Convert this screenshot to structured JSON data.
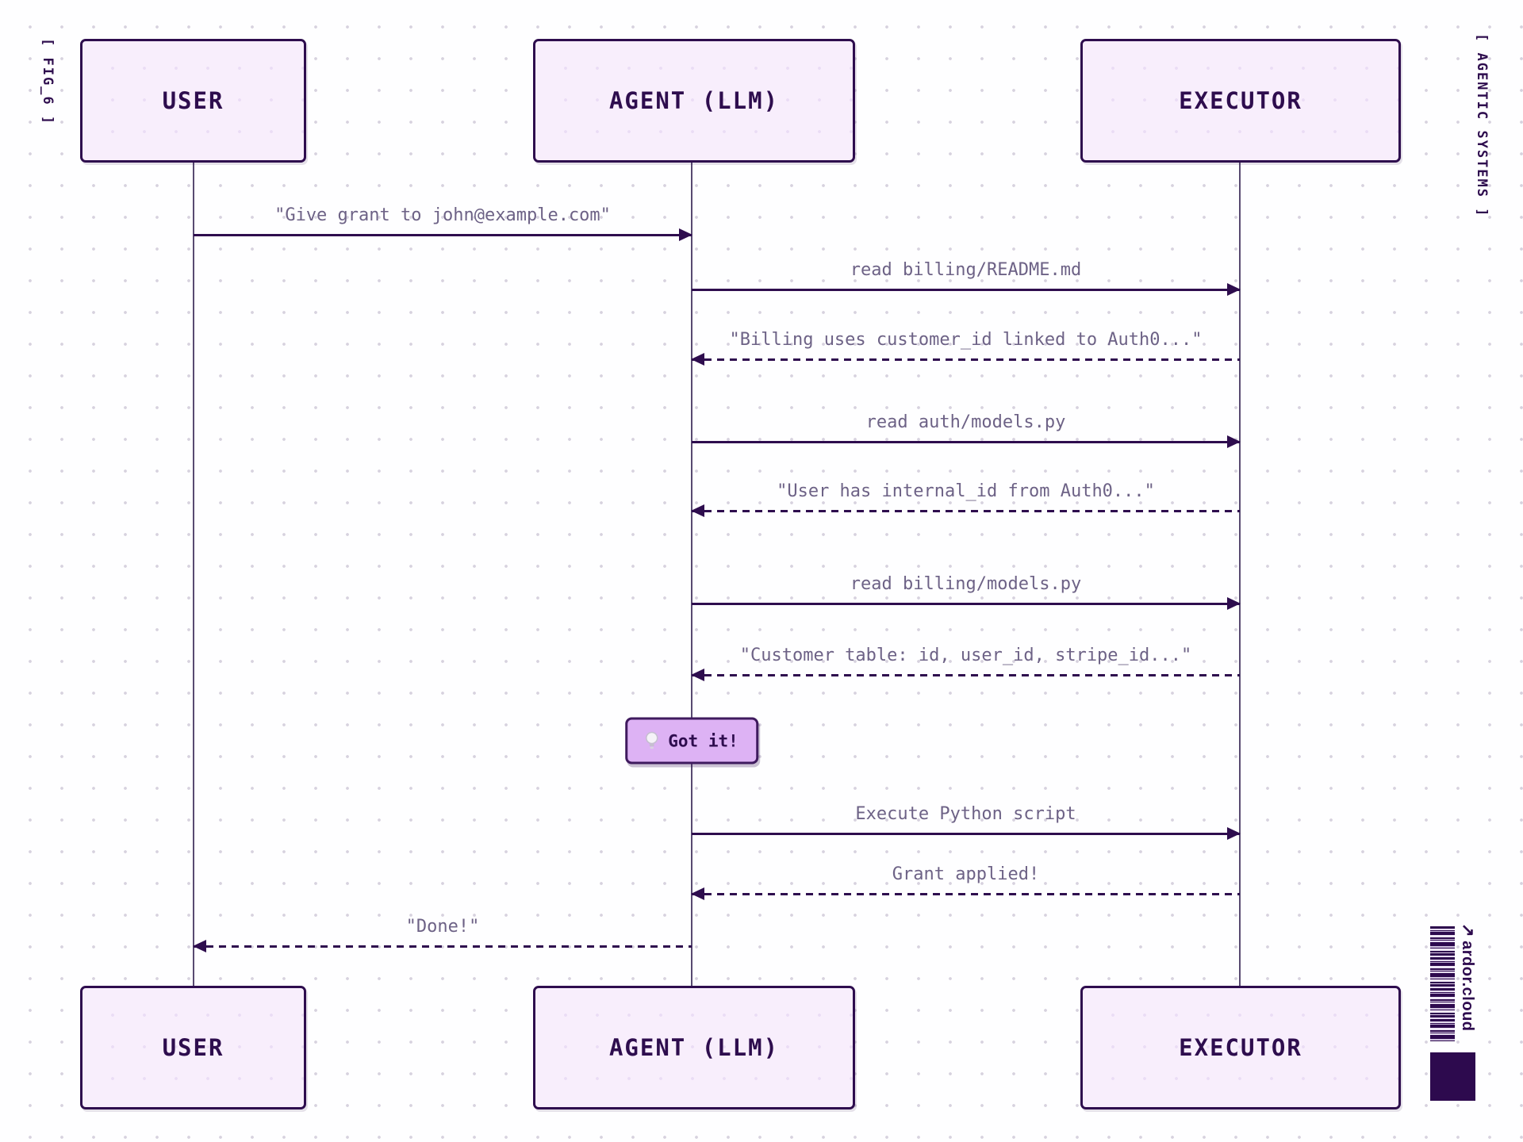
{
  "figure": {
    "caption_left": "[ FIG_6 ]",
    "caption_right": "[ AGENTIC SYSTEMS ]"
  },
  "actors": [
    {
      "id": "user",
      "label": "USER"
    },
    {
      "id": "agent",
      "label": "AGENT (LLM)"
    },
    {
      "id": "executor",
      "label": "EXECUTOR"
    }
  ],
  "messages": [
    {
      "kind": "message",
      "from": "user",
      "to": "agent",
      "style": "solid",
      "label": "\"Give grant to john@example.com\""
    },
    {
      "kind": "message",
      "from": "agent",
      "to": "executor",
      "style": "solid",
      "label": "read billing/README.md"
    },
    {
      "kind": "message",
      "from": "executor",
      "to": "agent",
      "style": "dashed",
      "label": "\"Billing uses customer_id linked to Auth0...\""
    },
    {
      "kind": "message",
      "from": "agent",
      "to": "executor",
      "style": "solid",
      "label": "read auth/models.py"
    },
    {
      "kind": "message",
      "from": "executor",
      "to": "agent",
      "style": "dashed",
      "label": "\"User has internal_id from Auth0...\""
    },
    {
      "kind": "message",
      "from": "agent",
      "to": "executor",
      "style": "solid",
      "label": "read billing/models.py"
    },
    {
      "kind": "message",
      "from": "executor",
      "to": "agent",
      "style": "dashed",
      "label": "\"Customer table: id, user_id, stripe_id...\""
    },
    {
      "kind": "note",
      "actor": "agent",
      "icon": "lightbulb-icon",
      "label": "Got it!"
    },
    {
      "kind": "message",
      "from": "agent",
      "to": "executor",
      "style": "solid",
      "label": "Execute Python script"
    },
    {
      "kind": "message",
      "from": "executor",
      "to": "agent",
      "style": "dashed",
      "label": "Grant applied!"
    },
    {
      "kind": "message",
      "from": "agent",
      "to": "user",
      "style": "dashed",
      "label": "\"Done!\""
    }
  ],
  "branding": {
    "arrow_glyph": "↗",
    "logo_text": "ardor.cloud"
  },
  "colors": {
    "accent_dark": "#2e0d4e",
    "box_fill": "#f8eefc",
    "note_fill": "#ddb2f4",
    "label_text": "#6d6286",
    "lifeline": "#584a71",
    "dot_grid": "#d7d2df"
  }
}
